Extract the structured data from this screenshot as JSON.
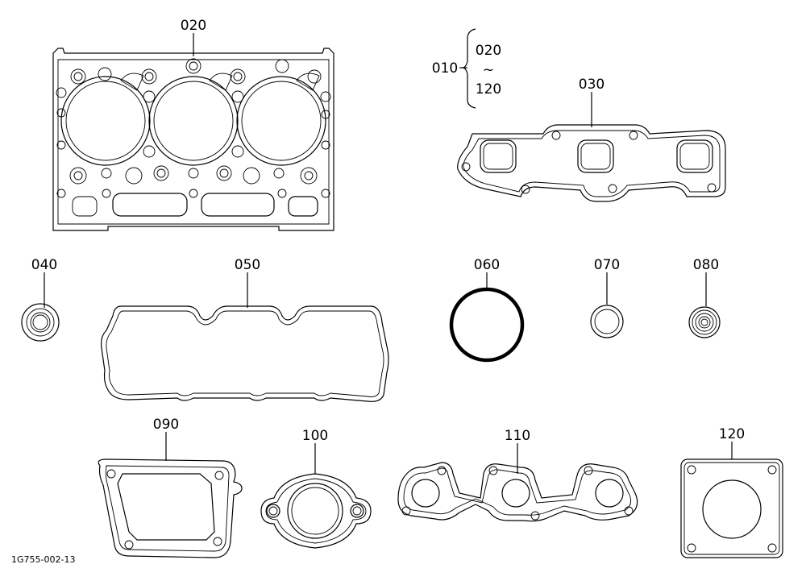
{
  "parts": {
    "p020": {
      "label": "020"
    },
    "p030": {
      "label": "030"
    },
    "p040": {
      "label": "040"
    },
    "p050": {
      "label": "050"
    },
    "p060": {
      "label": "060"
    },
    "p070": {
      "label": "070"
    },
    "p080": {
      "label": "080"
    },
    "p090": {
      "label": "090"
    },
    "p100": {
      "label": "100"
    },
    "p110": {
      "label": "110"
    },
    "p120": {
      "label": "120"
    }
  },
  "set": {
    "label": "010",
    "from": "020",
    "tilde": "~",
    "to": "120"
  },
  "drawing_id": "1G755-002-13"
}
